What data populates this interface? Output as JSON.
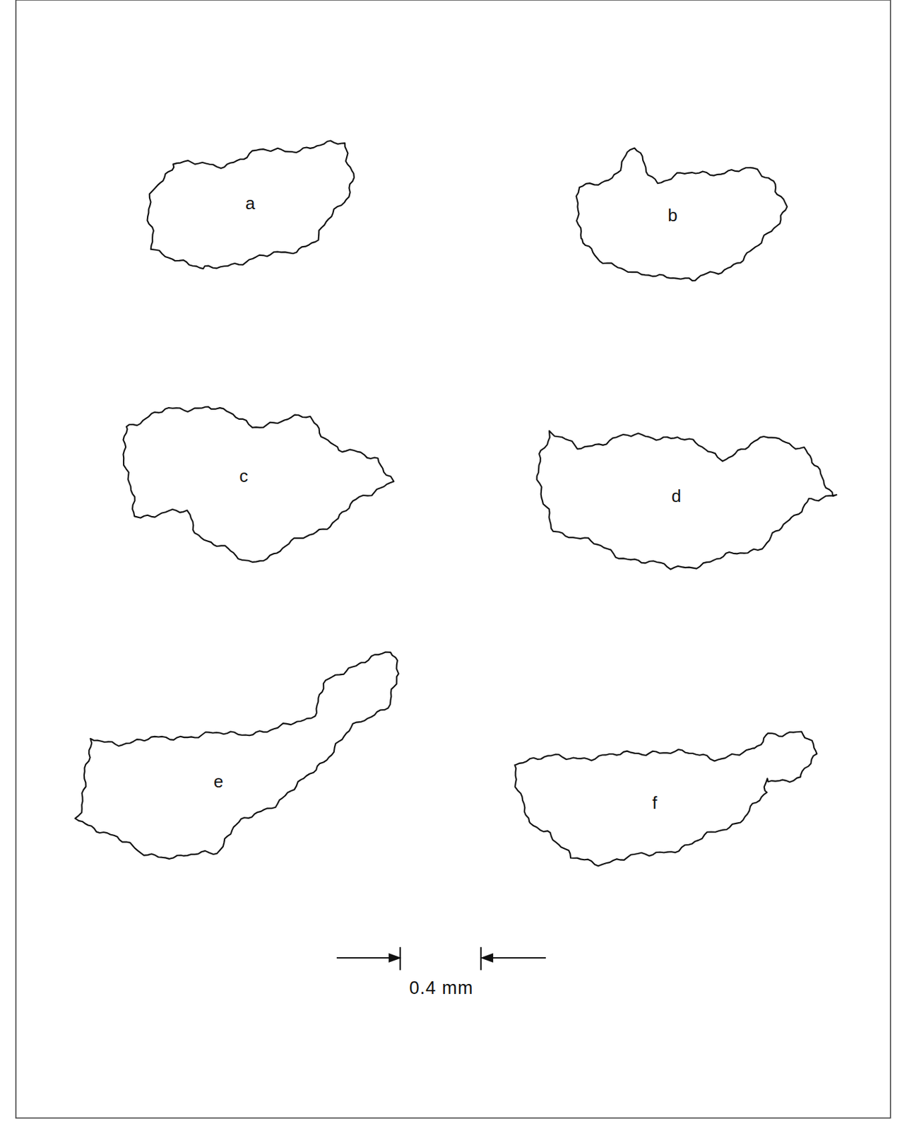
{
  "diagram": {
    "nodes": [
      {
        "text": [
          "a"
        ]
      },
      {
        "text": [
          "b"
        ]
      },
      {
        "text": [
          "c"
        ]
      },
      {
        "text": [
          "d"
        ]
      },
      {
        "text": [
          "e"
        ]
      },
      {
        "text": [
          "f"
        ]
      }
    ],
    "labels": [
      "0.4 mm"
    ]
  }
}
